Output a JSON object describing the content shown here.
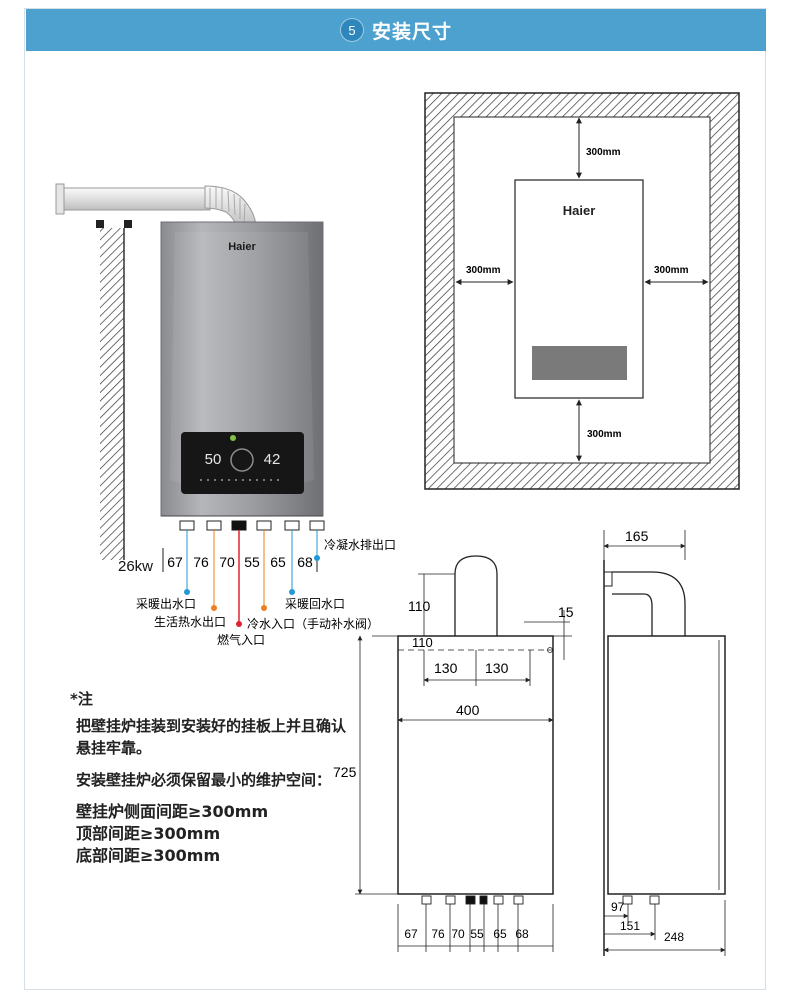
{
  "header": {
    "step": "5",
    "title": "安装尺寸"
  },
  "brand": "Haier",
  "panel": {
    "left_display": "50",
    "right_display": "42"
  },
  "front_view": {
    "power_label": "26kw",
    "pipe_spacings": [
      "67",
      "76",
      "70",
      "55",
      "65",
      "68"
    ],
    "outlets": [
      {
        "label": "采暖出水口",
        "color": "#1f9ad6"
      },
      {
        "label": "生活热水出口",
        "color": "#ef7d22"
      },
      {
        "label": "燃气入口",
        "color": "#e0242f"
      },
      {
        "label": "冷水入口（手动补水阀）",
        "color": "#ef7d22"
      },
      {
        "label": "采暖回水口",
        "color": "#1f9ad6"
      },
      {
        "label": "冷凝水排出口",
        "color": "#1f9ad6"
      }
    ]
  },
  "clearance_view": {
    "top": "300mm",
    "left": "300mm",
    "right": "300mm",
    "bottom": "300mm"
  },
  "dimension_view": {
    "flue_height": "110",
    "flue_offset": "15",
    "top_to_flue": "110",
    "flue_left": "130",
    "flue_right": "130",
    "width": "400",
    "height": "725",
    "pipe_spacings": [
      "67",
      "76",
      "70",
      "55",
      "65",
      "68"
    ]
  },
  "side_view": {
    "flue_depth": "165",
    "pipe_front": "97",
    "pipe_rear": "151",
    "depth": "248"
  },
  "notes": {
    "title": "*注",
    "paragraphs": [
      "把壁挂炉挂装到安装好的挂板上并且确认悬挂牢靠。",
      "安装壁挂炉必须保留最小的维护空间："
    ],
    "lines": [
      "壁挂炉侧面间距≥300mm",
      "顶部间距≥300mm",
      "底部间距≥300mm"
    ]
  }
}
